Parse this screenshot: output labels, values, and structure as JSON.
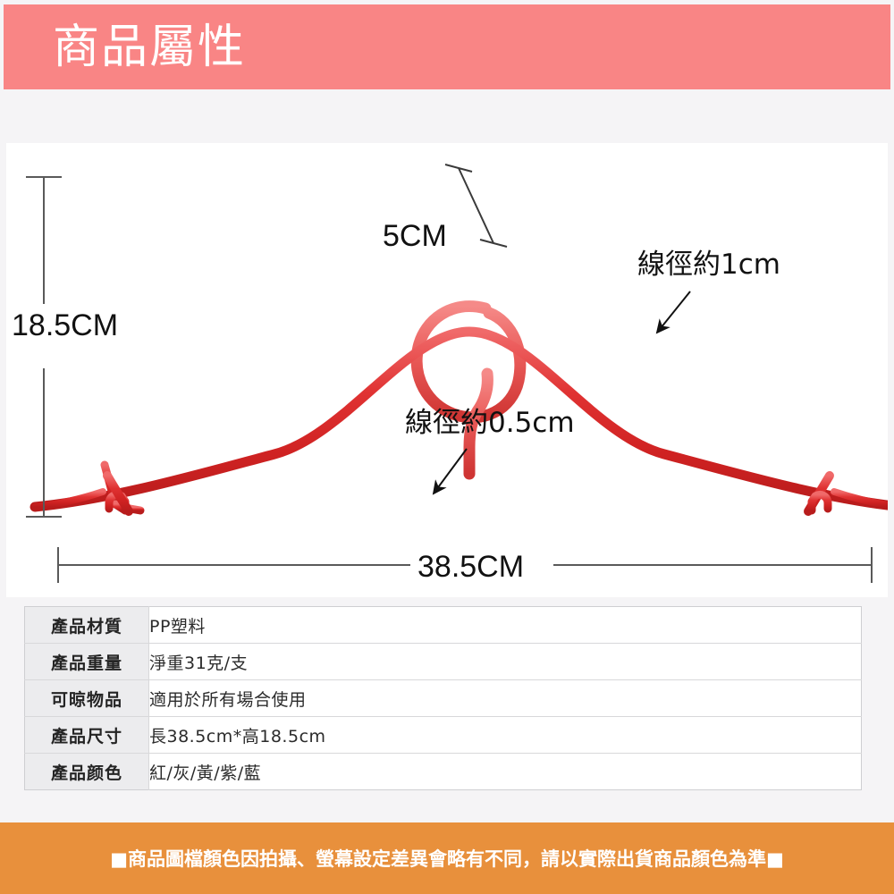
{
  "header": {
    "title": "商品屬性",
    "background_color": "#F98585",
    "text_color": "#FFFFFF"
  },
  "diagram": {
    "product": "clothes-hanger",
    "product_color": "#D92B2B",
    "background_color": "#FFFFFF",
    "annotations": {
      "hook_width": "5CM",
      "total_height": "18.5CM",
      "total_width": "38.5CM",
      "wire_diameter_upper": "線徑約1cm",
      "wire_diameter_lower": "線徑約0.5cm"
    }
  },
  "spec_table": {
    "rows": [
      {
        "label": "產品材質",
        "value": "PP塑料"
      },
      {
        "label": "產品重量",
        "value": "淨重31克/支"
      },
      {
        "label": "可晾物品",
        "value": "適用於所有場合使用"
      },
      {
        "label": "產品尺寸",
        "value": "長38.5cm*高18.5cm"
      },
      {
        "label": "產品颜色",
        "value": "紅/灰/黃/紫/藍"
      }
    ],
    "label_background_color": "#ECECEE"
  },
  "footer": {
    "note": "■商品圖檔顏色因拍攝、螢幕設定差異會略有不同，請以實際出貨商品顏色為準■",
    "background_color": "#E8903C",
    "text_color": "#FFFFFF"
  }
}
